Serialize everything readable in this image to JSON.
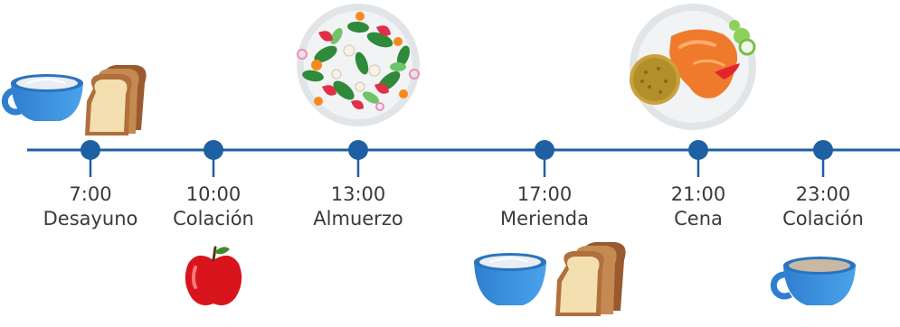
{
  "timeline": {
    "line_color": "#1f5fa3",
    "events": [
      {
        "time": "7:00",
        "meal": "Desayuno",
        "food_above": "milk-cup-and-toast-icon",
        "food_below": ""
      },
      {
        "time": "10:00",
        "meal": "Colación",
        "food_above": "",
        "food_below": "red-apple-icon"
      },
      {
        "time": "13:00",
        "meal": "Almuerzo",
        "food_above": "salad-plate-icon",
        "food_below": ""
      },
      {
        "time": "17:00",
        "meal": "Merienda",
        "food_above": "",
        "food_below": "milk-cup-and-toast-icon"
      },
      {
        "time": "21:00",
        "meal": "Cena",
        "food_above": "chicken-and-patty-plate-icon",
        "food_below": ""
      },
      {
        "time": "23:00",
        "meal": "Colación",
        "food_above": "",
        "food_below": "tea-cup-icon"
      }
    ]
  }
}
